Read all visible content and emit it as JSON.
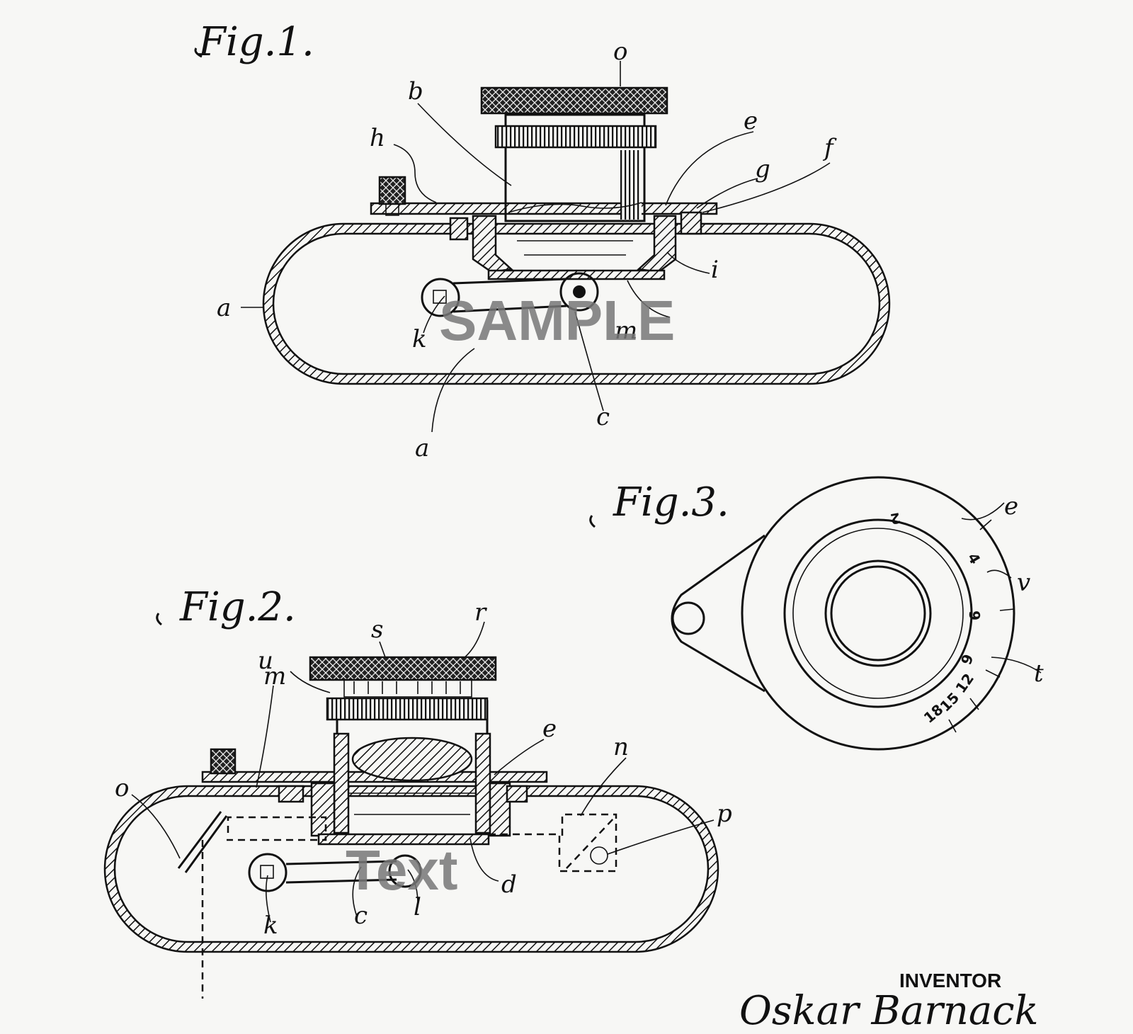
{
  "figures": {
    "fig1": {
      "title": "Fig.1.",
      "labels": {
        "o": "o",
        "b": "b",
        "h": "h",
        "e": "e",
        "g": "g",
        "f": "f",
        "i": "i",
        "a_left": "a",
        "a_bottom": "a",
        "k": "k",
        "m": "m",
        "c": "c"
      }
    },
    "fig2": {
      "title": "Fig.2.",
      "labels": {
        "s": "s",
        "r": "r",
        "u": "u",
        "m": "m",
        "e": "e",
        "n": "n",
        "o": "o",
        "p": "p",
        "k": "k",
        "c": "c",
        "l": "l",
        "d": "d"
      }
    },
    "fig3": {
      "title": "Fig.3.",
      "labels": {
        "e": "e",
        "v": "v",
        "t": "t"
      },
      "dial_numbers": [
        "2",
        "4",
        "6",
        "9",
        "12",
        "15",
        "18"
      ]
    }
  },
  "watermarks": {
    "sample": "SAMPLE",
    "text": "Text"
  },
  "inventor": {
    "caption": "INVENTOR",
    "signature": "Oskar Barnack"
  },
  "colors": {
    "ink": "#111111",
    "paper": "#f7f7f5",
    "watermark": "#777777"
  }
}
